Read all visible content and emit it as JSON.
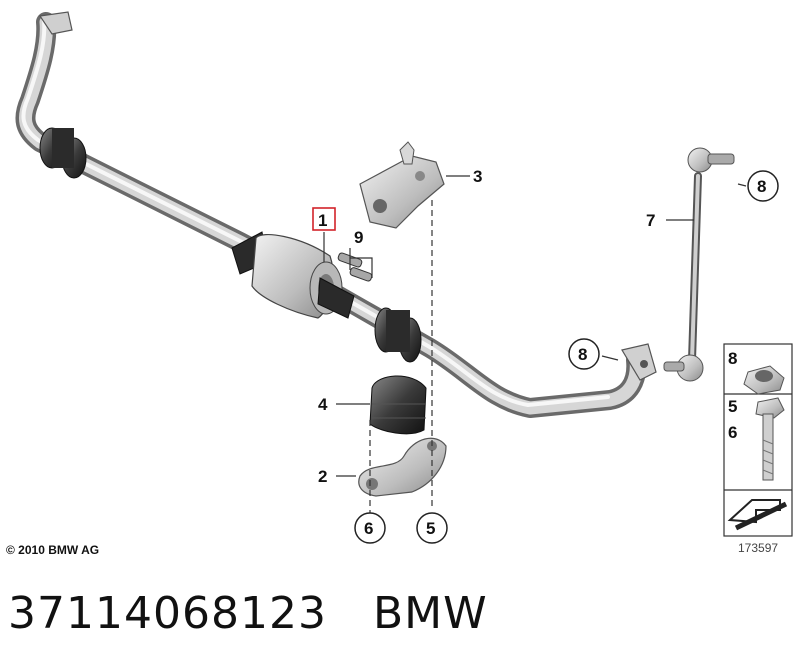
{
  "diagram": {
    "callouts": {
      "p1": "1",
      "p2": "2",
      "p3": "3",
      "p4": "4",
      "p5_ring": "5",
      "p6_ring": "6",
      "p7": "7",
      "p8_ring_top": "8",
      "p8_ring_mid": "8",
      "p9": "9"
    },
    "legend": {
      "top_label": "8",
      "mid_label_a": "5",
      "mid_label_b": "6"
    },
    "highlight_color": "#d2232a",
    "copyright": "© 2010 BMW AG",
    "drawing_number": "173597"
  },
  "part_number": "37114068123",
  "brand": "BMW"
}
